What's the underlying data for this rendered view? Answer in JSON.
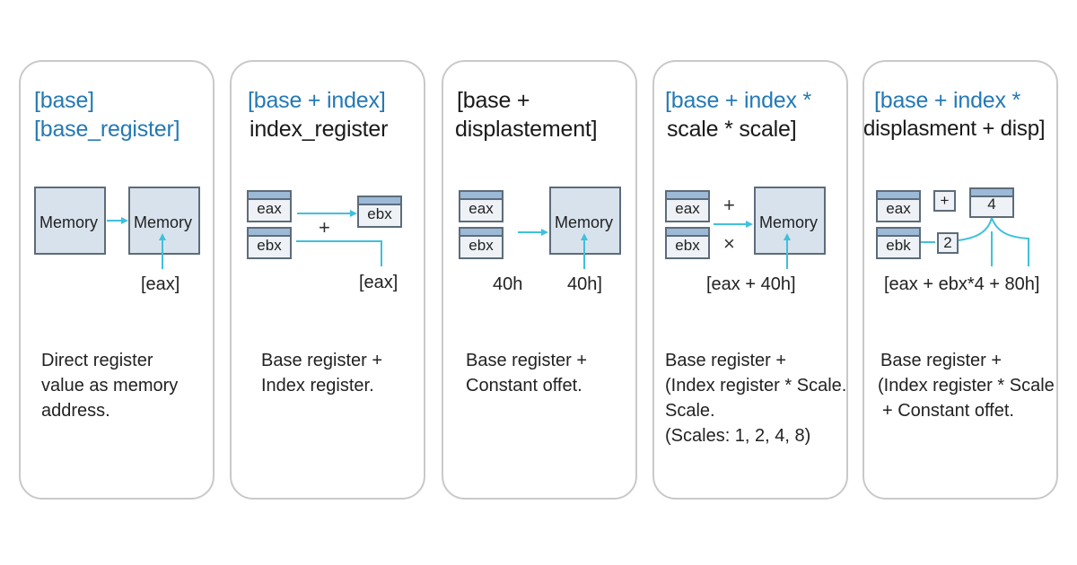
{
  "colors": {
    "accent_blue": "#2479b5",
    "arrow": "#3fc0dc",
    "box_fill": "#d8e2ed",
    "border": "#5d6c7a"
  },
  "panels": [
    {
      "title_line1": "[base]",
      "title_line2": "[base_register]",
      "box_left": "Memory",
      "box_right": "Memory",
      "operand": "[eax]",
      "desc": [
        "Direct register",
        "value as memory",
        "address."
      ]
    },
    {
      "title_line1": "[base + index]",
      "title_line2": "index_register",
      "reg1": "eax",
      "reg2": "ebx",
      "reg3": "ebx",
      "plus": "+",
      "operand": "[eax]",
      "desc": [
        "Base register +",
        "Index register."
      ]
    },
    {
      "title_line1": "[base +",
      "title_line2": "displastement]",
      "reg1": "eax",
      "reg2": "ebx",
      "box": "Memory",
      "disp_left": "40h",
      "disp_right": "40h]",
      "desc": [
        "Base register +",
        "Constant offet."
      ]
    },
    {
      "title_line1": "[base + index *",
      "title_line2": "scale * scale]",
      "reg1": "eax",
      "reg2": "ebx",
      "plus": "+",
      "times": "×",
      "box": "Memory",
      "operand": "[eax + 40h]",
      "desc": [
        "Base register +",
        "(Index register * Scale.",
        "Scale.",
        "(Scales: 1, 2, 4, 8)"
      ]
    },
    {
      "title_line1": "[base + index *",
      "title_line2": "displasment + disp]",
      "reg1": "eax",
      "reg2": "ebk",
      "plus": "+",
      "scale_val": "4",
      "small_val": "2",
      "operand": "[eax + ebx*4 + 80h]",
      "desc": [
        "Base register +",
        "(Index register * Scale",
        "+ Constant offet."
      ]
    }
  ]
}
